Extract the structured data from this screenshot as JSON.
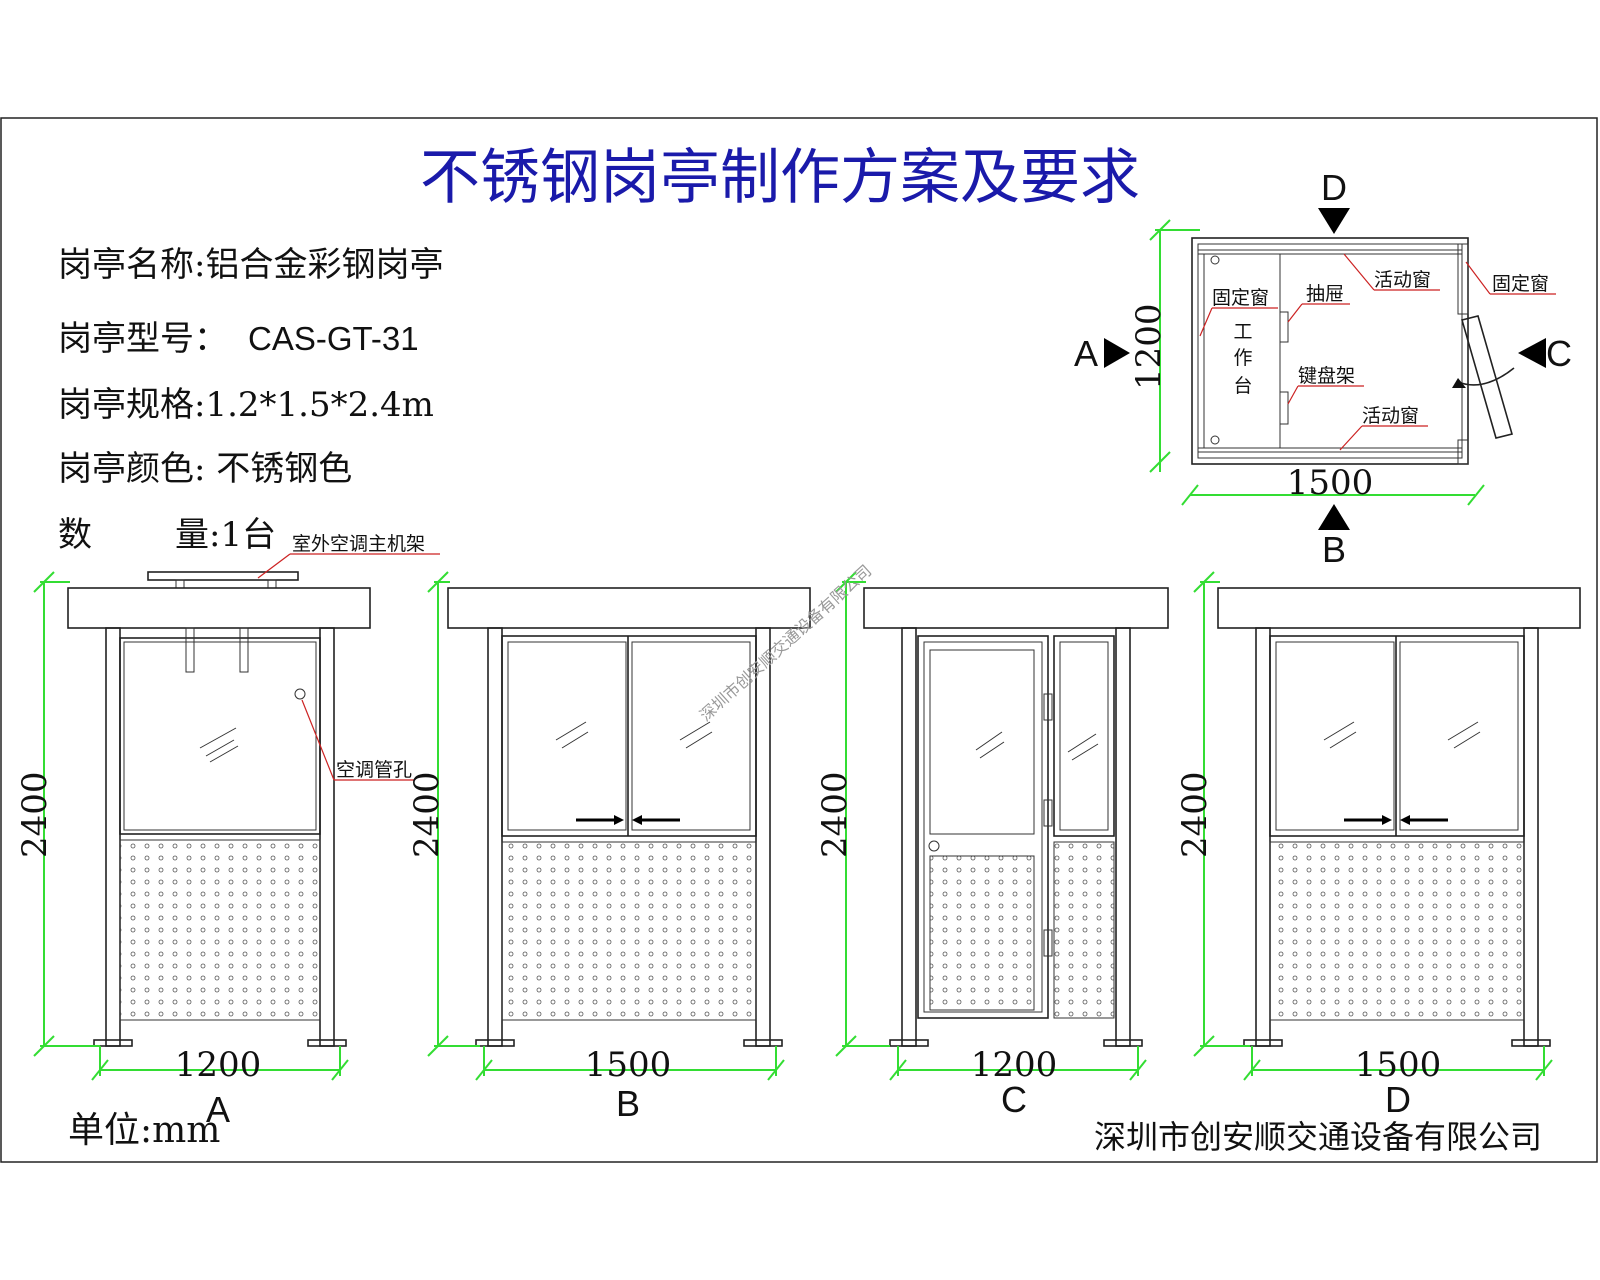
{
  "title": "不锈钢岗亭制作方案及要求",
  "specs": {
    "name": "岗亭名称:铝合金彩钢岗亭",
    "model_label": "岗亭型号：",
    "model_value": "CAS-GT-31",
    "size": "岗亭规格:1.2*1.5*2.4m",
    "color": "岗亭颜色: 不锈钢色",
    "qty_label": "数",
    "qty_value": "量:1台"
  },
  "plan": {
    "labels": {
      "D": "D",
      "A": "A",
      "B": "B",
      "C": "C",
      "width": "1500",
      "depth": "1200",
      "fixed_window_left": "固定窗",
      "fixed_window_right": "固定窗",
      "drawer": "抽屉",
      "sliding_top": "活动窗",
      "sliding_bottom": "活动窗",
      "keyboard": "键盘架",
      "desk_1": "工",
      "desk_2": "作",
      "desk_3": "台"
    }
  },
  "elevations": [
    {
      "view": "A",
      "width": "1200",
      "height": "2400"
    },
    {
      "view": "B",
      "width": "1500",
      "height": "2400"
    },
    {
      "view": "C",
      "width": "1200",
      "height": "2400"
    },
    {
      "view": "D",
      "width": "1500",
      "height": "2400"
    }
  ],
  "annotations": {
    "ac_rack": "室外空调主机架",
    "ac_hole": "空调管孔"
  },
  "watermark": "深圳市创安顺交通设备有限公司",
  "unit": "单位:mm",
  "company": "深圳市创安顺交通设备有限公司"
}
